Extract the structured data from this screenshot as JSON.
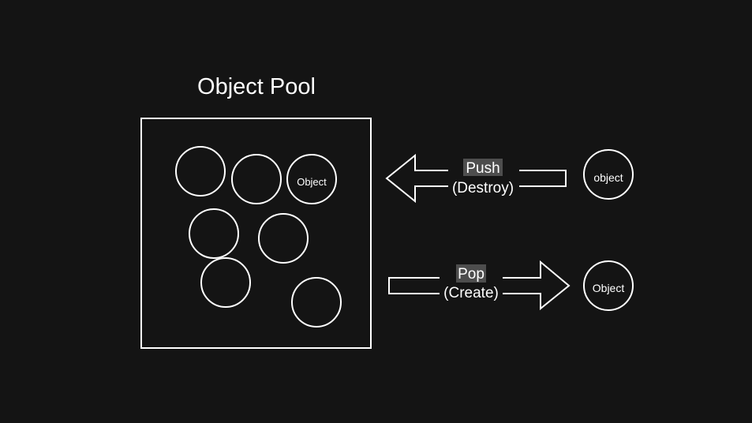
{
  "diagram": {
    "title": "Object Pool",
    "pool_object_label": "Object",
    "push": {
      "label": "Push",
      "sublabel": "(Destroy)",
      "object_label": "object"
    },
    "pop": {
      "label": "Pop",
      "sublabel": "(Create)",
      "object_label": "Object"
    }
  }
}
